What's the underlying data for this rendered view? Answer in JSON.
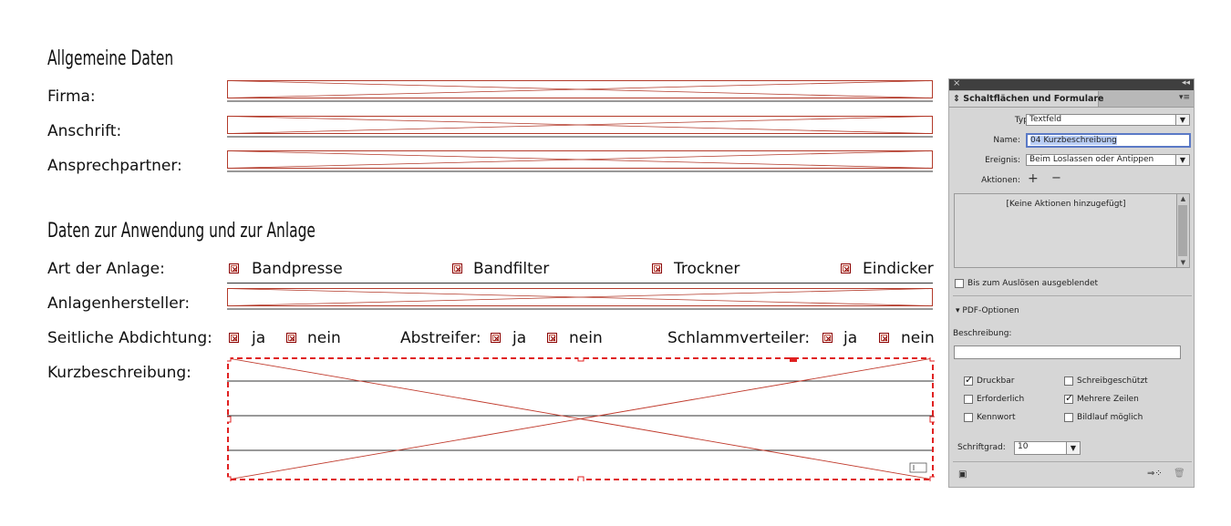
{
  "form": {
    "section1_title": "Allgemeine Daten",
    "firma_label": "Firma:",
    "anschrift_label": "Anschrift:",
    "ansprechpartner_label": "Ansprechpartner:",
    "section2_title": "Daten zur Anwendung und zur Anlage",
    "art_label": "Art der Anlage:",
    "art_options": [
      "Bandpresse",
      "Bandfilter",
      "Trockner",
      "Eindicker"
    ],
    "hersteller_label": "Anlagenhersteller:",
    "abdichtung_label": "Seitliche Abdichtung:",
    "ja": "ja",
    "nein": "nein",
    "abstreifer_label": "Abstreifer:",
    "schlamm_label": "Schlammverteiler:",
    "kurz_label": "Kurzbeschreibung:"
  },
  "panel": {
    "tab_title": "Schaltflächen und Formulare",
    "typ_label": "Typ:",
    "typ_value": "Textfeld",
    "name_label": "Name:",
    "name_value": "04 Kurzbeschreibung",
    "ereignis_label": "Ereignis:",
    "ereignis_value": "Beim Loslassen oder Antippen",
    "aktionen_label": "Aktionen:",
    "add_symbol": "+",
    "remove_symbol": "−",
    "actions_empty": "[Keine Aktionen hinzugefügt]",
    "hidden_label": "Bis zum Auslösen ausgeblendet",
    "pdf_section": "PDF-Optionen",
    "beschreibung_label": "Beschreibung:",
    "beschreibung_value": "",
    "options": [
      {
        "label": "Druckbar",
        "checked": true
      },
      {
        "label": "Schreibgeschützt",
        "checked": false
      },
      {
        "label": "Erforderlich",
        "checked": false
      },
      {
        "label": "Mehrere Zeilen",
        "checked": true
      },
      {
        "label": "Kennwort",
        "checked": false
      },
      {
        "label": "Bildlauf möglich",
        "checked": false
      }
    ],
    "schriftgrad_label": "Schriftgrad:",
    "schriftgrad_value": "10"
  }
}
